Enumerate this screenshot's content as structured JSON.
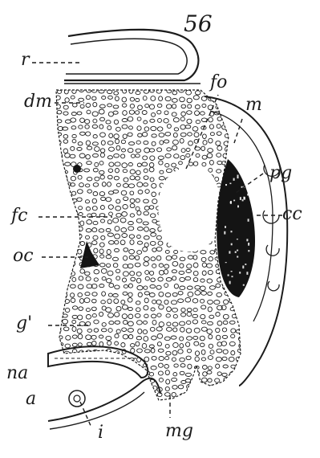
{
  "figure": {
    "number": "56",
    "labels": {
      "r": "r",
      "dm": "dm",
      "fo": "fo",
      "m": "m",
      "pg": "pg",
      "fc": "fc",
      "cc": "cc",
      "oc": "oc",
      "g1": "g'",
      "na": "na",
      "a": "a",
      "i": "i",
      "mg": "mg"
    },
    "colors": {
      "ink": "#1c1c1c",
      "paper": "#ffffff"
    }
  }
}
